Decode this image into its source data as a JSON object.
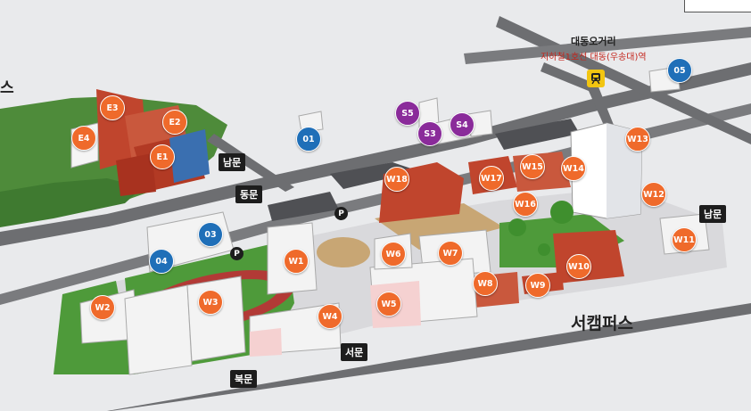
{
  "station": {
    "name": "대동오거리",
    "line": "지하철1호선 대동(우송대)역"
  },
  "campus_labels": {
    "west": "서캠퍼스",
    "east_partial": "스"
  },
  "gates": {
    "south_left": "남문",
    "east": "동문",
    "south_right": "남문",
    "west": "서문",
    "north": "북문"
  },
  "parking": "P",
  "buildings": {
    "E1": "E1",
    "E2": "E2",
    "E3": "E3",
    "E4": "E4",
    "S3": "S3",
    "S4": "S4",
    "S5": "S5",
    "b01": "01",
    "b03": "03",
    "b04": "04",
    "b05": "05",
    "W1": "W1",
    "W2": "W2",
    "W3": "W3",
    "W4": "W4",
    "W5": "W5",
    "W6": "W6",
    "W7": "W7",
    "W8": "W8",
    "W9": "W9",
    "W10": "W10",
    "W11": "W11",
    "W12": "W12",
    "W13": "W13",
    "W14": "W14",
    "W15": "W15",
    "W16": "W16",
    "W17": "W17",
    "W18": "W18"
  },
  "colors": {
    "pin_orange": "#ef6a2b",
    "pin_blue": "#1f6fb8",
    "pin_purple": "#8a2b9a",
    "gate_black": "#1d1d1d",
    "station_red": "#c4261d",
    "grass": "#4e9a3a",
    "road": "#6d6e71",
    "brick": "#c0452d",
    "track": "#b23a36"
  }
}
